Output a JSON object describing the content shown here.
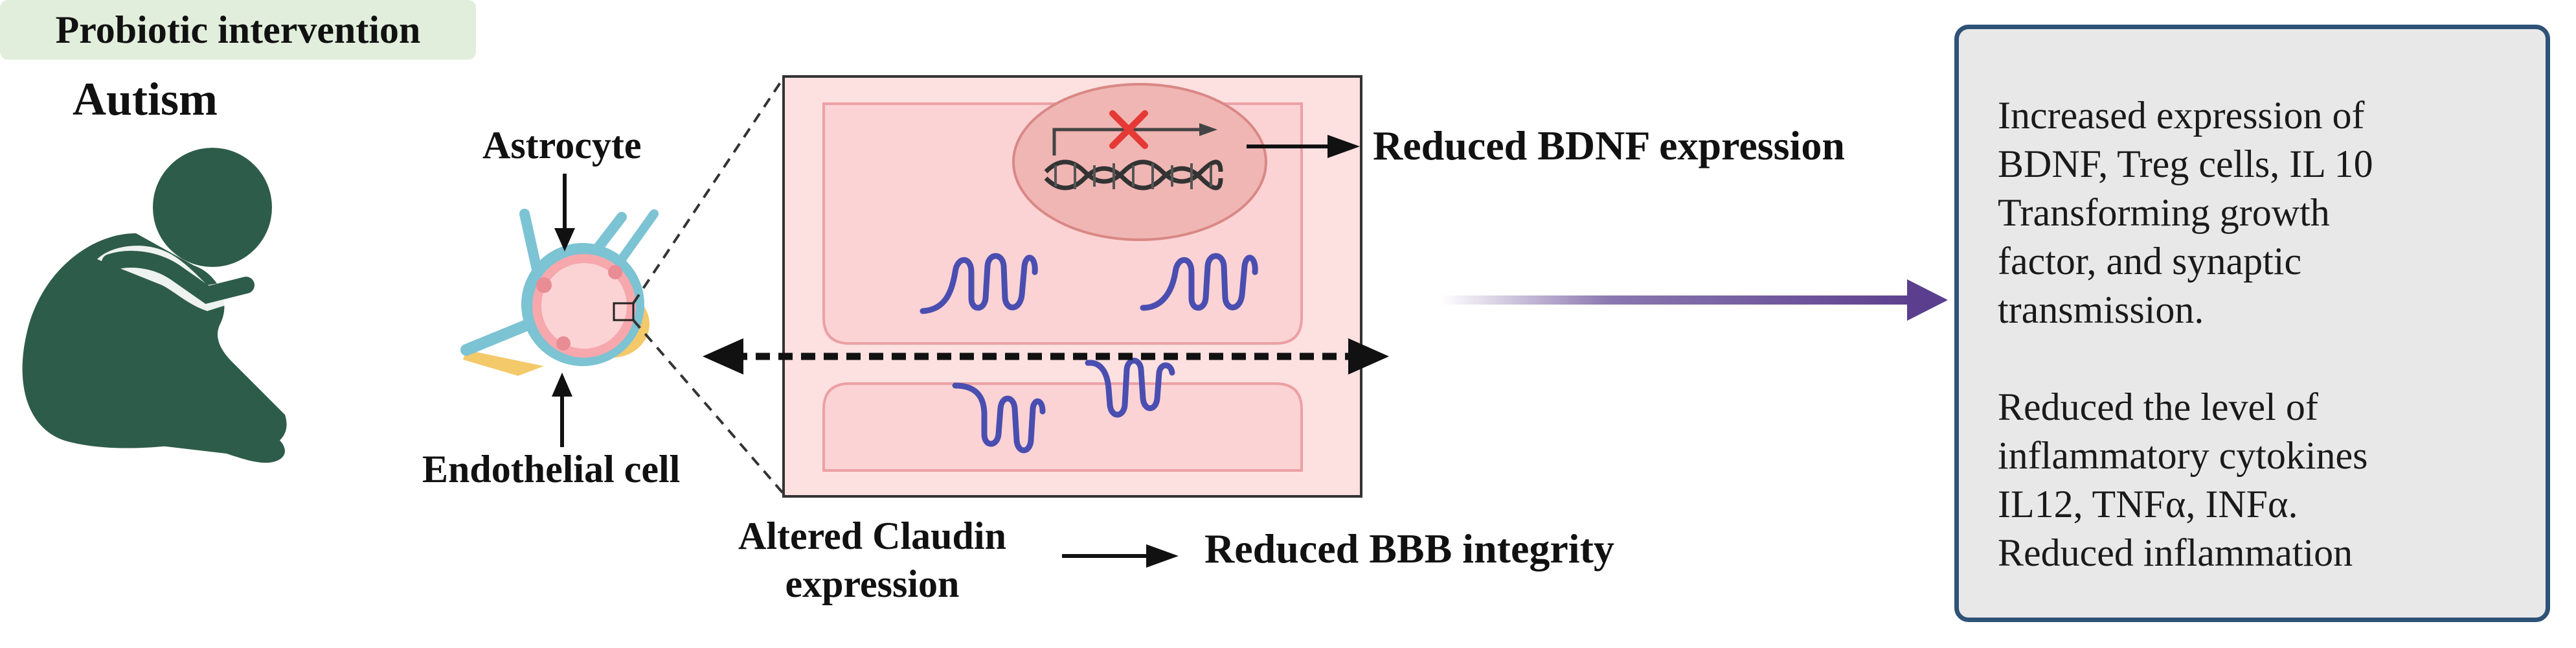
{
  "title": "Autism",
  "labels": {
    "astrocyte": "Astrocyte",
    "endothelial": "Endothelial cell",
    "bdnf": "Reduced BDNF expression",
    "claudin_line1": "Altered Claudin",
    "claudin_line2": "expression",
    "bbb": "Reduced BBB integrity",
    "probiotic": "Probiotic intervention"
  },
  "outcomes": {
    "para1": [
      "Increased expression of",
      "BDNF, Treg cells, IL 10",
      "Transforming growth",
      "factor, and synaptic",
      "transmission."
    ],
    "para2": [
      "Reduced the level of",
      "inflammatory cytokines",
      "IL12, TNFα, INFα.",
      "Reduced inflammation"
    ]
  },
  "colors": {
    "figure": "#2e5c4a",
    "astrocyte": "#7cc3d3",
    "endothelial": "#f6a8ad",
    "cell_fill": "#fbd3d4",
    "yellow_cell": "#f4c96a",
    "panel_bg": "#fde0e0",
    "nucleus": "#f0b6b4",
    "claudin": "#4a4eb0",
    "arrow_purple": "#5b3f8e",
    "box_border": "#2f5277",
    "box_fill": "#e8e8e8",
    "probiotic_bg": "#e2eedc",
    "cross": "#e53935"
  }
}
